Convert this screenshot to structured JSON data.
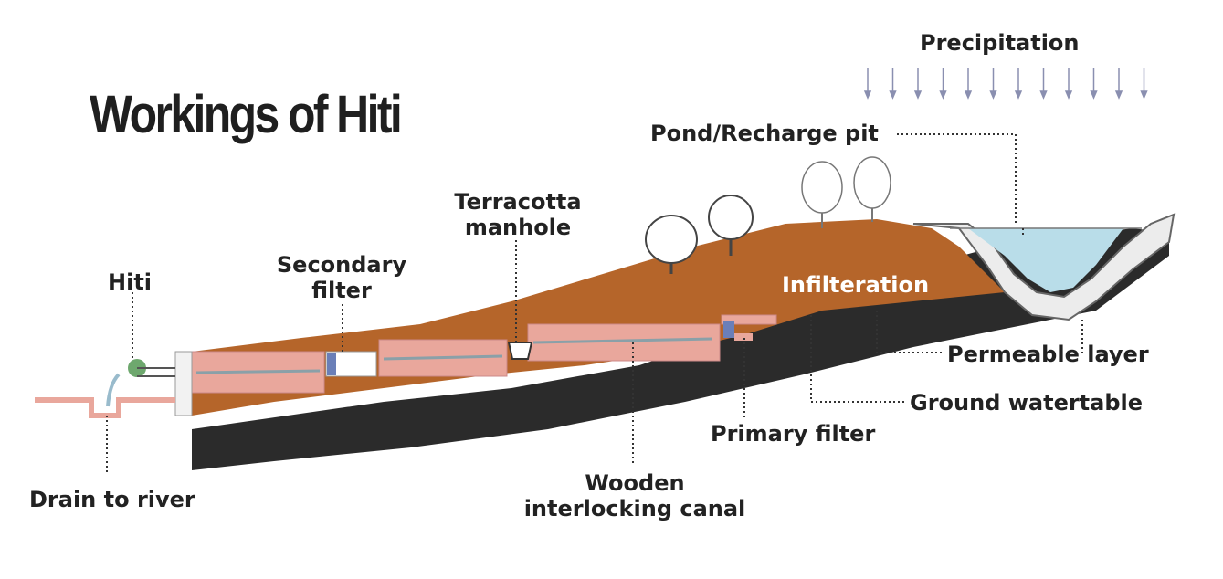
{
  "title": "Workings of Hiti",
  "labels": {
    "precipitation": "Precipitation",
    "pond": "Pond/Recharge pit",
    "terracotta_line1": "Terracotta",
    "terracotta_line2": "manhole",
    "secondary_line1": "Secondary",
    "secondary_line2": "filter",
    "hiti": "Hiti",
    "infiltration": "Infilteration",
    "permeable": "Permeable layer",
    "groundwater": "Ground watertable",
    "primary": "Primary filter",
    "wooden_line1": "Wooden",
    "wooden_line2": "interlocking canal",
    "drain": "Drain to river"
  },
  "colors": {
    "soil": "#b5652a",
    "bedrock": "#2b2b2b",
    "water": "#b9dde9",
    "brick": "#e9a79c",
    "text": "#222222"
  }
}
